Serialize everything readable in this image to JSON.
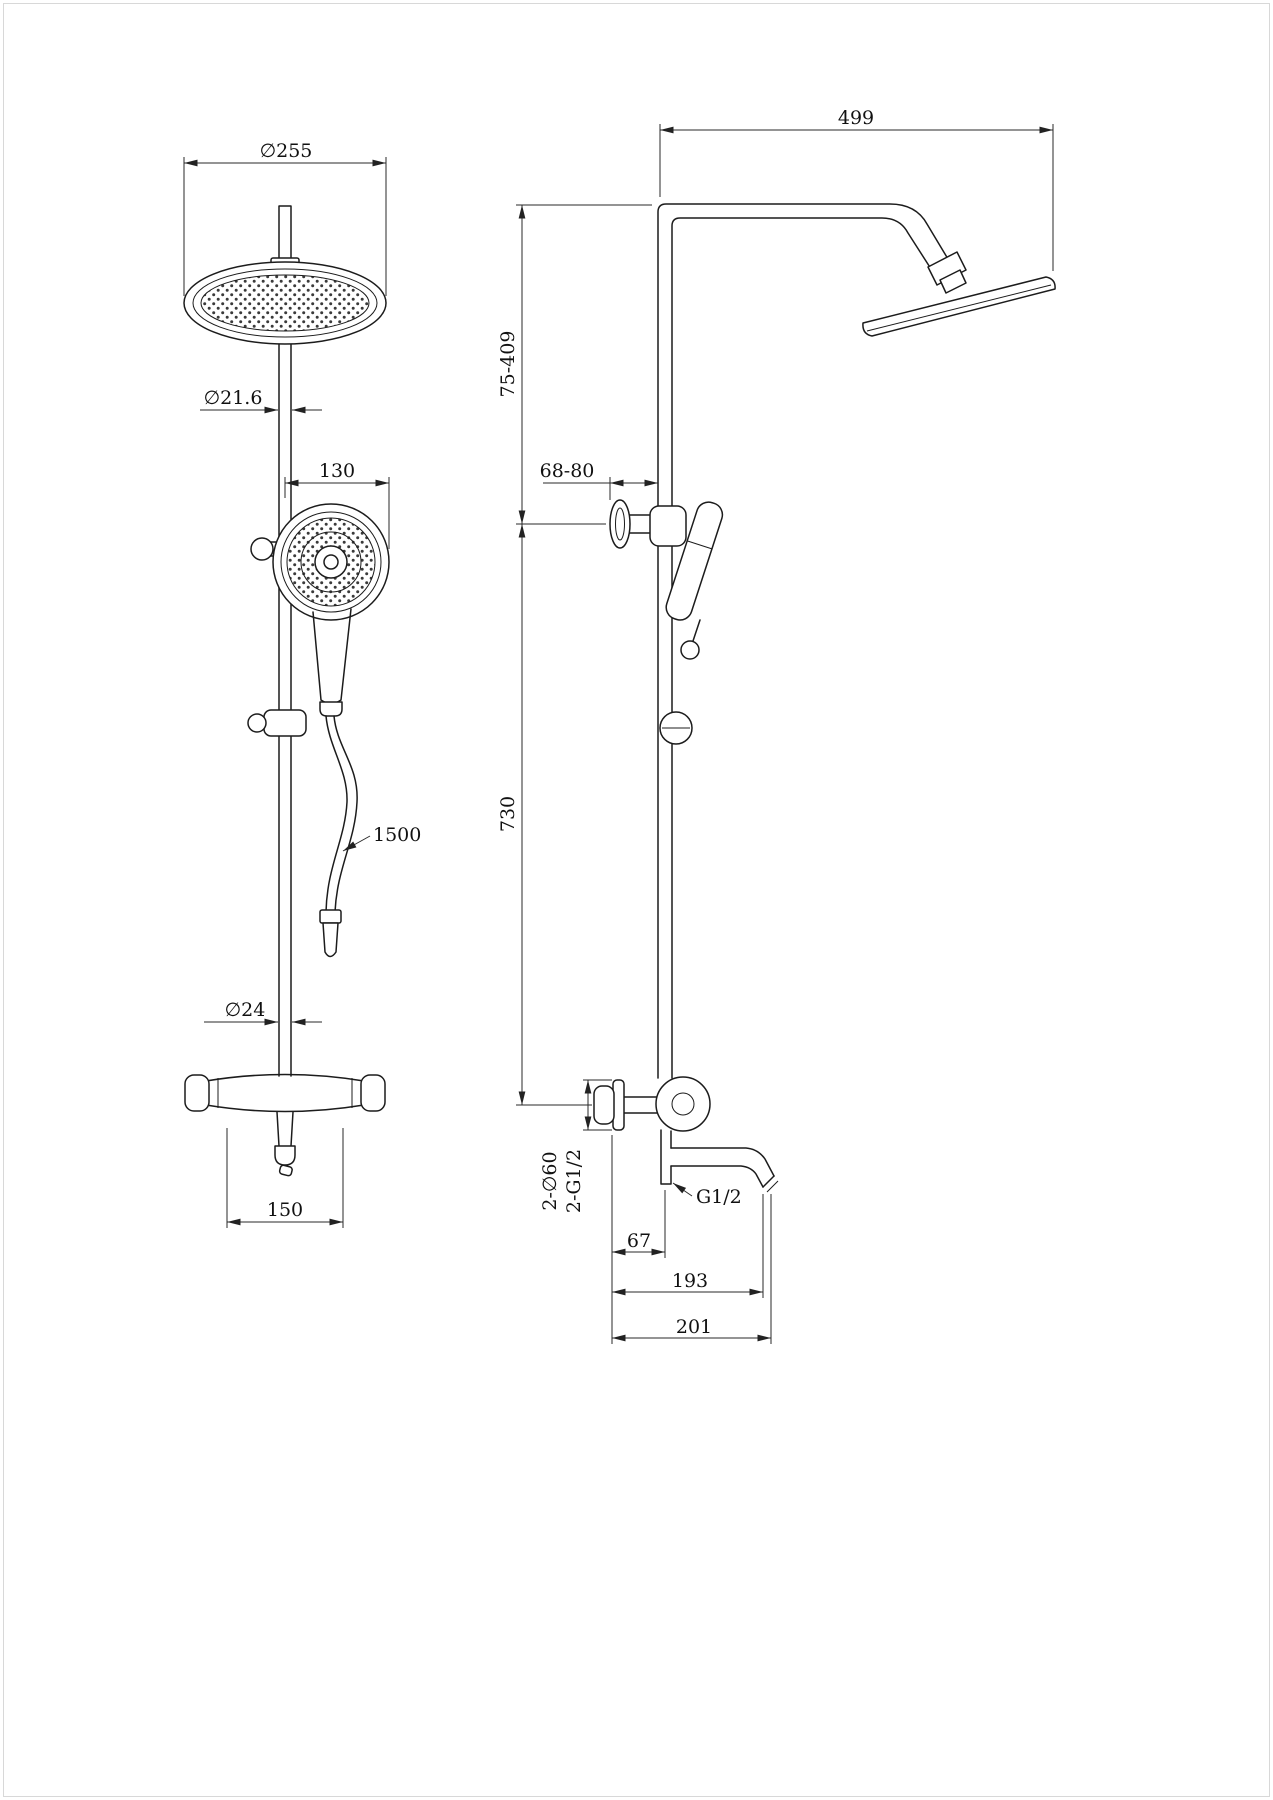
{
  "colors": {
    "line": "#1c1c1c",
    "background": "#ffffff"
  },
  "drawing": {
    "front_view": {
      "head_diameter": "∅255",
      "upper_pipe_diameter": "∅21.6",
      "hand_shower_width": "130",
      "hose_length": "1500",
      "riser_diameter": "∅24",
      "inlet_spacing": "150"
    },
    "side_view": {
      "arm_reach": "499",
      "head_height_range": "75-409",
      "bracket_wall_range": "68-80",
      "riser_height": "730",
      "escutcheon_spec": "2-∅60",
      "inlet_thread_spec": "2-G1/2",
      "outlet_thread": "G1/2",
      "pipe_wall_offset": "67",
      "spout_reach": "193",
      "overall_reach": "201"
    }
  }
}
